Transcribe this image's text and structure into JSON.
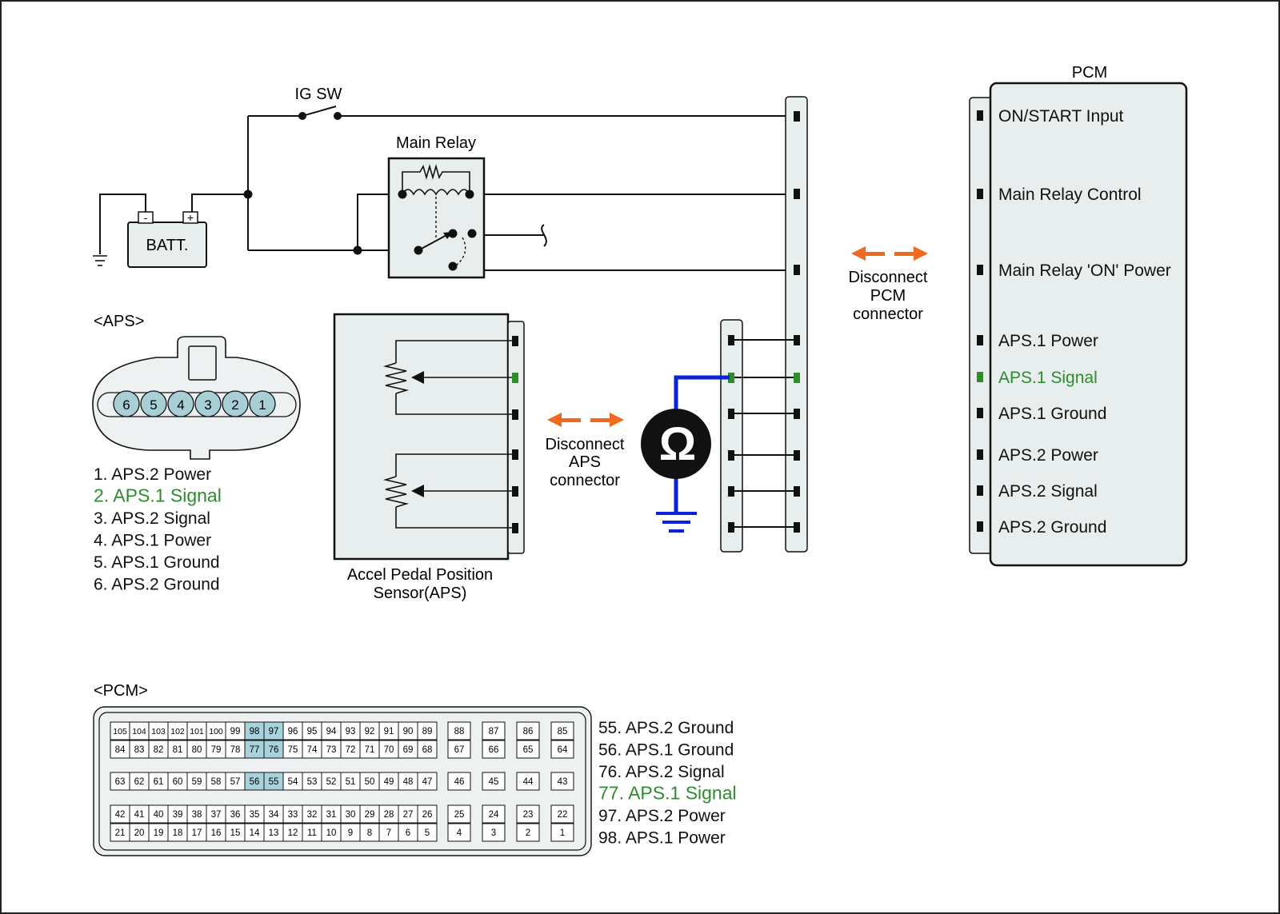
{
  "colors": {
    "wire": "#111111",
    "panel_fill": "#e8eded",
    "highlight_green": "#2e8b2e",
    "arrow_orange": "#ef6a1f",
    "meter_blue": "#0a23d8",
    "pin_highlight": "#a9d3dc",
    "pin_fill": "#a9cfd6"
  },
  "icons": {
    "battery": "battery-icon",
    "ground": "ground-icon",
    "ohmmeter": "ohmmeter-icon",
    "switch": "switch-icon",
    "relay": "relay-icon",
    "potentiometer": "potentiometer-icon"
  },
  "circuit": {
    "ig_sw_label": "IG SW",
    "main_relay_label": "Main Relay",
    "battery_label": "BATT.",
    "battery_minus": "-",
    "battery_plus": "+",
    "aps_sensor_label_line1": "Accel Pedal Position",
    "aps_sensor_label_line2": "Sensor(APS)",
    "ohm_symbol": "Ω"
  },
  "disconnect_pcm": {
    "line1": "Disconnect",
    "line2": "PCM",
    "line3": "connector"
  },
  "disconnect_aps": {
    "line1": "Disconnect",
    "line2": "APS",
    "line3": "connector"
  },
  "pcm": {
    "title": "PCM",
    "terminals": [
      {
        "label": "ON/START Input",
        "highlight": false
      },
      {
        "label": "Main Relay Control",
        "highlight": false
      },
      {
        "label": "Main Relay 'ON' Power",
        "highlight": false
      },
      {
        "label": "APS.1 Power",
        "highlight": false
      },
      {
        "label": "APS.1 Signal",
        "highlight": true
      },
      {
        "label": "APS.1 Ground",
        "highlight": false
      },
      {
        "label": "APS.2 Power",
        "highlight": false
      },
      {
        "label": "APS.2 Signal",
        "highlight": false
      },
      {
        "label": "APS.2 Ground",
        "highlight": false
      }
    ]
  },
  "aps_connector": {
    "title": "<APS>",
    "pins": [
      "6",
      "5",
      "4",
      "3",
      "2",
      "1"
    ],
    "legend": [
      {
        "text": "1. APS.2 Power",
        "highlight": false
      },
      {
        "text": "2. APS.1 Signal",
        "highlight": true
      },
      {
        "text": "3. APS.2 Signal",
        "highlight": false
      },
      {
        "text": "4. APS.1 Power",
        "highlight": false
      },
      {
        "text": "5. APS.1 Ground",
        "highlight": false
      },
      {
        "text": "6. APS.2 Ground",
        "highlight": false
      }
    ]
  },
  "pcm_connector": {
    "title": "<PCM>",
    "rows": [
      [
        "105",
        "104",
        "103",
        "102",
        "101",
        "100",
        "99",
        "98",
        "97",
        "96",
        "95",
        "94",
        "93",
        "92",
        "91",
        "90",
        "89"
      ],
      [
        "84",
        "83",
        "82",
        "81",
        "80",
        "79",
        "78",
        "77",
        "76",
        "75",
        "74",
        "73",
        "72",
        "71",
        "70",
        "69",
        "68"
      ],
      [
        "63",
        "62",
        "61",
        "60",
        "59",
        "58",
        "57",
        "56",
        "55",
        "54",
        "53",
        "52",
        "51",
        "50",
        "49",
        "48",
        "47"
      ],
      [
        "42",
        "41",
        "40",
        "39",
        "38",
        "37",
        "36",
        "35",
        "34",
        "33",
        "32",
        "31",
        "30",
        "29",
        "28",
        "27",
        "26"
      ],
      [
        "21",
        "20",
        "19",
        "18",
        "17",
        "16",
        "15",
        "14",
        "13",
        "12",
        "11",
        "10",
        "9",
        "8",
        "7",
        "6",
        "5"
      ]
    ],
    "side_pins": [
      [
        "88",
        "87",
        "86",
        "85"
      ],
      [
        "67",
        "66",
        "65",
        "64"
      ],
      [
        "46",
        "45",
        "44",
        "43"
      ],
      [
        "25",
        "24",
        "23",
        "22"
      ],
      [
        "4",
        "3",
        "2",
        "1"
      ]
    ],
    "highlighted_pins": [
      "98",
      "97",
      "77",
      "76",
      "56",
      "55"
    ],
    "legend": [
      {
        "text": "55. APS.2 Ground",
        "highlight": false
      },
      {
        "text": "56. APS.1 Ground",
        "highlight": false
      },
      {
        "text": "76. APS.2 Signal",
        "highlight": false
      },
      {
        "text": "77. APS.1 Signal",
        "highlight": true
      },
      {
        "text": "97. APS.2 Power",
        "highlight": false
      },
      {
        "text": "98. APS.1 Power",
        "highlight": false
      }
    ]
  }
}
